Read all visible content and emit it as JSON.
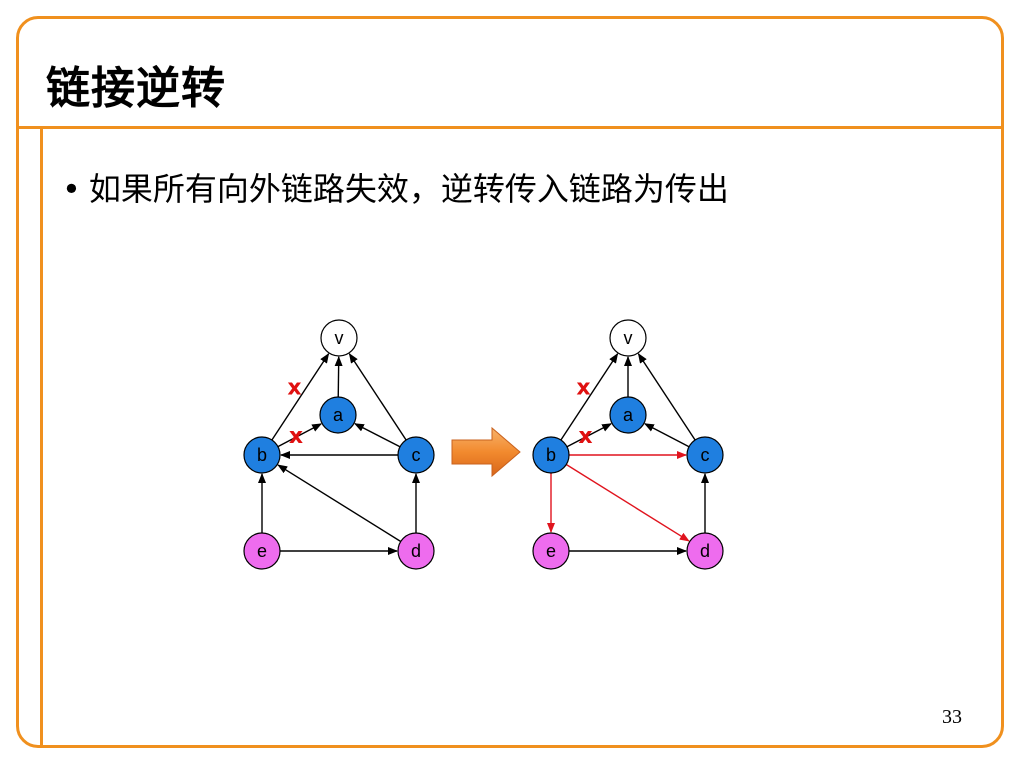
{
  "slide": {
    "title": "链接逆转",
    "bullet_marker": "•",
    "bullet_text": "如果所有向外链路失效，逆转传入链路为传出",
    "page_number": "33"
  },
  "colors": {
    "frame": "#f0901e",
    "node_blue": "#1f7fe0",
    "node_pink": "#ee6cee",
    "node_white": "#ffffff",
    "edge_black": "#000000",
    "edge_red": "#e0141e",
    "x_mark": "#e01010",
    "arrow_orange": "#f28a2e"
  },
  "left_graph": {
    "nodes": [
      {
        "id": "v",
        "label": "v",
        "fill": "white"
      },
      {
        "id": "a",
        "label": "a",
        "fill": "blue"
      },
      {
        "id": "b",
        "label": "b",
        "fill": "blue"
      },
      {
        "id": "c",
        "label": "c",
        "fill": "blue"
      },
      {
        "id": "e",
        "label": "e",
        "fill": "pink"
      },
      {
        "id": "d",
        "label": "d",
        "fill": "pink"
      }
    ],
    "edges": [
      {
        "from": "b",
        "to": "v",
        "color": "black",
        "failed": true
      },
      {
        "from": "b",
        "to": "a",
        "color": "black",
        "failed": true
      },
      {
        "from": "a",
        "to": "v",
        "color": "black",
        "failed": false
      },
      {
        "from": "c",
        "to": "v",
        "color": "black",
        "failed": false
      },
      {
        "from": "c",
        "to": "a",
        "color": "black",
        "failed": false
      },
      {
        "from": "c",
        "to": "b",
        "color": "black",
        "failed": false
      },
      {
        "from": "e",
        "to": "b",
        "color": "black",
        "failed": false
      },
      {
        "from": "d",
        "to": "b",
        "color": "black",
        "failed": false
      },
      {
        "from": "d",
        "to": "c",
        "color": "black",
        "failed": false
      },
      {
        "from": "e",
        "to": "d",
        "color": "black",
        "failed": false
      }
    ],
    "failure_mark": "x"
  },
  "right_graph": {
    "nodes": [
      {
        "id": "v",
        "label": "v",
        "fill": "white"
      },
      {
        "id": "a",
        "label": "a",
        "fill": "blue"
      },
      {
        "id": "b",
        "label": "b",
        "fill": "blue"
      },
      {
        "id": "c",
        "label": "c",
        "fill": "blue"
      },
      {
        "id": "e",
        "label": "e",
        "fill": "pink"
      },
      {
        "id": "d",
        "label": "d",
        "fill": "pink"
      }
    ],
    "edges": [
      {
        "from": "b",
        "to": "v",
        "color": "black",
        "failed": true
      },
      {
        "from": "b",
        "to": "a",
        "color": "black",
        "failed": true
      },
      {
        "from": "a",
        "to": "v",
        "color": "black",
        "failed": false
      },
      {
        "from": "c",
        "to": "v",
        "color": "black",
        "failed": false
      },
      {
        "from": "c",
        "to": "a",
        "color": "black",
        "failed": false
      },
      {
        "from": "b",
        "to": "c",
        "color": "red",
        "failed": false
      },
      {
        "from": "b",
        "to": "e",
        "color": "red",
        "failed": false
      },
      {
        "from": "b",
        "to": "d",
        "color": "red",
        "failed": false
      },
      {
        "from": "d",
        "to": "c",
        "color": "black",
        "failed": false
      },
      {
        "from": "e",
        "to": "d",
        "color": "black",
        "failed": false
      }
    ],
    "failure_mark": "x"
  }
}
